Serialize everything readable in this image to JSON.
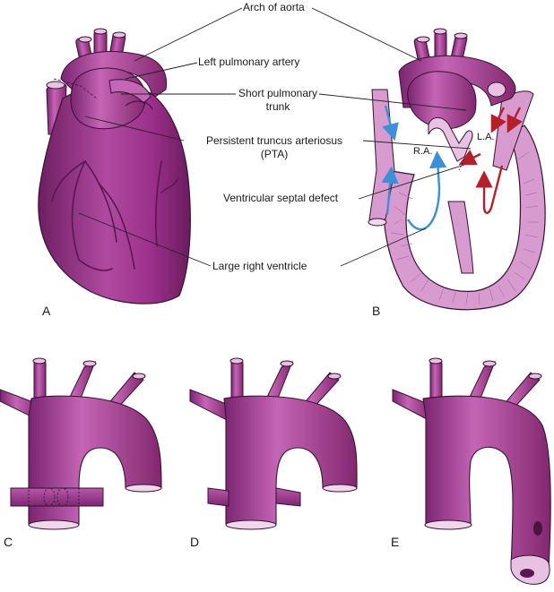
{
  "labels": {
    "arch_of_aorta": "Arch of aorta",
    "left_pulmonary_artery": "Left pulmonary artery",
    "short_pulmonary_trunk_1": "Short pulmonary",
    "short_pulmonary_trunk_2": "trunk",
    "pta_1": "Persistent truncus arteriosus",
    "pta_2": "(PTA)",
    "vsd": "Ventricular septal defect",
    "large_right_ventricle": "Large right ventricle",
    "ra": "R.A.",
    "la": "L.A."
  },
  "panels": {
    "a": "A",
    "b": "B",
    "c": "C",
    "d": "D",
    "e": "E"
  },
  "colors": {
    "vessel": "#9b2f8a",
    "vessel_dark": "#6e1e62",
    "vessel_light": "#c86db9",
    "myocardium": "#d89bd0",
    "blue_flow": "#3d8fd6",
    "red_flow": "#b51f2a",
    "leader": "#222222"
  }
}
